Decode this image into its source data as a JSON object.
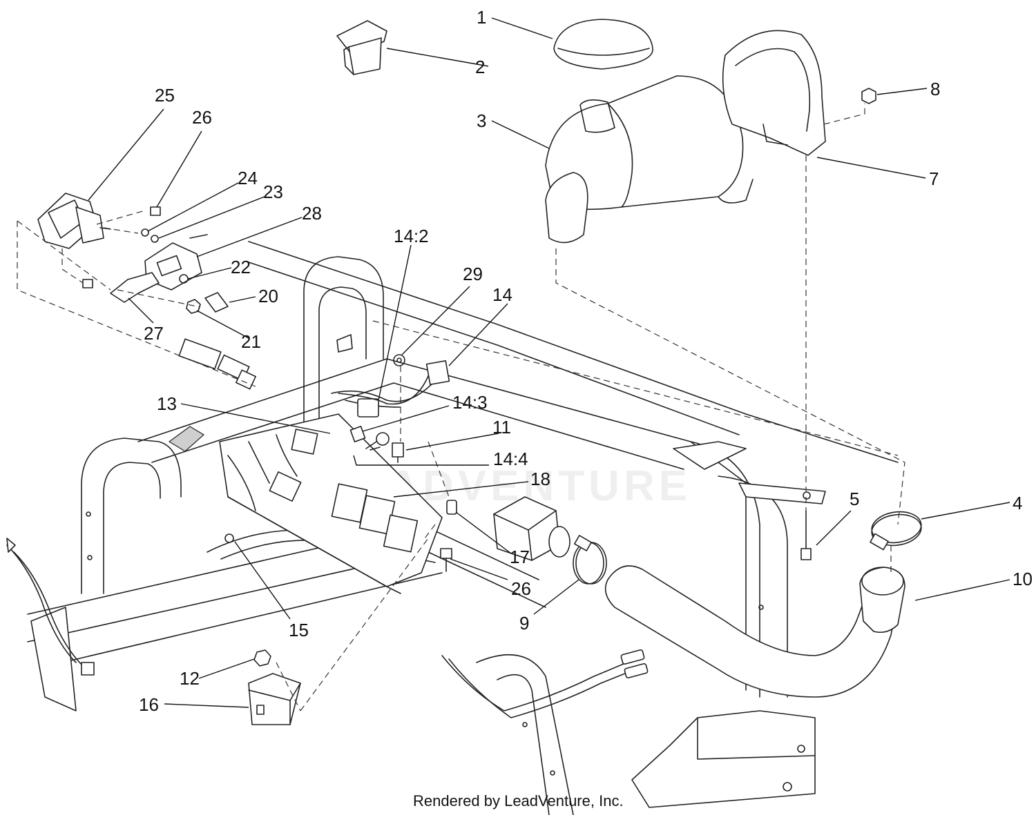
{
  "callouts": [
    {
      "id": "1",
      "label": "1"
    },
    {
      "id": "2",
      "label": "2"
    },
    {
      "id": "3",
      "label": "3"
    },
    {
      "id": "4",
      "label": "4"
    },
    {
      "id": "5",
      "label": "5"
    },
    {
      "id": "7",
      "label": "7"
    },
    {
      "id": "8",
      "label": "8"
    },
    {
      "id": "9",
      "label": "9"
    },
    {
      "id": "10",
      "label": "10"
    },
    {
      "id": "11",
      "label": "11"
    },
    {
      "id": "12",
      "label": "12"
    },
    {
      "id": "13",
      "label": "13"
    },
    {
      "id": "14",
      "label": "14"
    },
    {
      "id": "14-2",
      "label": "14:2"
    },
    {
      "id": "14-3",
      "label": "14:3"
    },
    {
      "id": "14-4",
      "label": "14:4"
    },
    {
      "id": "15",
      "label": "15"
    },
    {
      "id": "16",
      "label": "16"
    },
    {
      "id": "17",
      "label": "17"
    },
    {
      "id": "18",
      "label": "18"
    },
    {
      "id": "20",
      "label": "20"
    },
    {
      "id": "21",
      "label": "21"
    },
    {
      "id": "22",
      "label": "22"
    },
    {
      "id": "23",
      "label": "23"
    },
    {
      "id": "24",
      "label": "24"
    },
    {
      "id": "25",
      "label": "25"
    },
    {
      "id": "26a",
      "label": "26"
    },
    {
      "id": "26b",
      "label": "26"
    },
    {
      "id": "27",
      "label": "27"
    },
    {
      "id": "28",
      "label": "28"
    },
    {
      "id": "29",
      "label": "29"
    }
  ],
  "footer": {
    "credit": "Rendered by LeadVenture, Inc."
  },
  "watermark": {
    "text": "LEADVENTURE"
  }
}
